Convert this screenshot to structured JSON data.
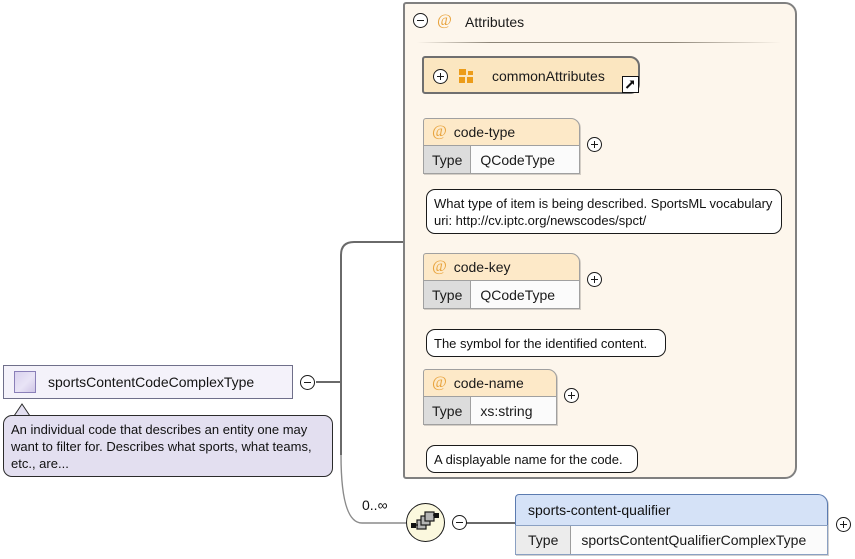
{
  "diagram": {
    "title": "sportsContentCodeComplexType",
    "root": {
      "label": "sportsContentCodeComplexType",
      "icon": "complextype-icon",
      "toggle": "minus",
      "annotation": "An individual code that describes an entity one may want to filter for. Describes what sports, what teams, etc., are..."
    },
    "attributes_group": {
      "label": "Attributes",
      "toggle": "minus",
      "icon": "at-icon",
      "items": [
        {
          "kind": "attribute-group-ref",
          "label": "commonAttributes",
          "toggle": "plus",
          "icon": "attribute-group-icon",
          "badge": "external-link-icon"
        },
        {
          "kind": "attribute",
          "name": "code-type",
          "toggle": "plus",
          "type_key": "Type",
          "type_value": "QCodeType",
          "annotation": "What type of item is being described. SportsML vocabulary uri: http://cv.iptc.org/newscodes/spct/"
        },
        {
          "kind": "attribute",
          "name": "code-key",
          "toggle": "plus",
          "type_key": "Type",
          "type_value": "QCodeType",
          "annotation": "The symbol for the identified content."
        },
        {
          "kind": "attribute",
          "name": "code-name",
          "toggle": "plus",
          "type_key": "Type",
          "type_value": "xs:string",
          "annotation": "A displayable name for the code."
        }
      ]
    },
    "sequence": {
      "occurrence": "0..∞",
      "icon": "sequence-icon",
      "toggle": "minus",
      "children": [
        {
          "kind": "element",
          "name": "sports-content-qualifier",
          "type_key": "Type",
          "type_value": "sportsContentQualifierComplexType",
          "toggle": "plus"
        }
      ]
    },
    "colors": {
      "panel_bg": "#fdf6ec",
      "panel_border": "#808080",
      "attr_header_bg": "#fde9c8",
      "attr_group_bg": "#fbe6c0",
      "attr_accent": "#ec9c19",
      "element_header_bg": "#d5e2f7",
      "element_border": "#5b7bb0",
      "complextype_bg": "#f4f2fa",
      "complextype_icon": "#d9d1ee",
      "annotation_purple_bg": "#e3dff0",
      "sequence_node_bg": "#fbf8de",
      "line": "#6a6a6a"
    }
  }
}
